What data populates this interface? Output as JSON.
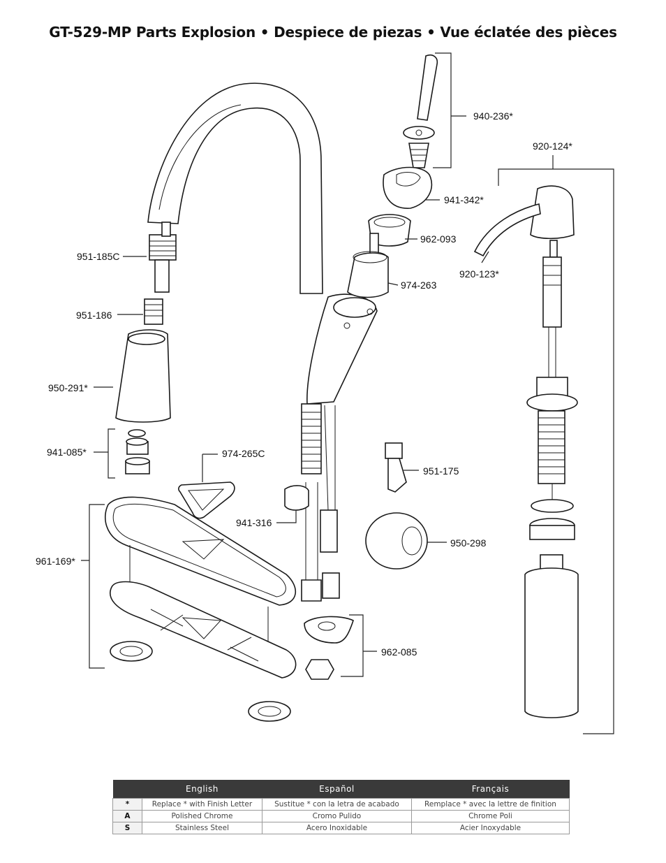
{
  "title": "GT-529-MP Parts Explosion • Despiece de piezas • Vue éclatée des pièces",
  "parts": [
    {
      "id": "940-236",
      "label": "940-236*"
    },
    {
      "id": "920-124",
      "label": "920-124*"
    },
    {
      "id": "941-342",
      "label": "941-342*"
    },
    {
      "id": "962-093",
      "label": "962-093"
    },
    {
      "id": "951-185c",
      "label": "951-185C"
    },
    {
      "id": "920-123",
      "label": "920-123*"
    },
    {
      "id": "974-263",
      "label": "974-263"
    },
    {
      "id": "951-186",
      "label": "951-186"
    },
    {
      "id": "950-291",
      "label": "950-291*"
    },
    {
      "id": "941-085",
      "label": "941-085*"
    },
    {
      "id": "974-265c",
      "label": "974-265C"
    },
    {
      "id": "951-175",
      "label": "951-175"
    },
    {
      "id": "941-316",
      "label": "941-316"
    },
    {
      "id": "950-298",
      "label": "950-298"
    },
    {
      "id": "961-169",
      "label": "961-169*"
    },
    {
      "id": "962-085",
      "label": "962-085"
    }
  ],
  "legend": {
    "headers": [
      "",
      "English",
      "Español",
      "Français"
    ],
    "rows": [
      {
        "key": "*",
        "english": "Replace * with Finish Letter",
        "espanol": "Sustitue * con la letra de acabado",
        "francais": "Remplace * avec la lettre de finition"
      },
      {
        "key": "A",
        "english": "Polished Chrome",
        "espanol": "Cromo Pulido",
        "francais": "Chrome Poli"
      },
      {
        "key": "S",
        "english": "Stainless Steel",
        "espanol": "Acero Inoxidable",
        "francais": "Acier Inoxydable"
      }
    ]
  }
}
